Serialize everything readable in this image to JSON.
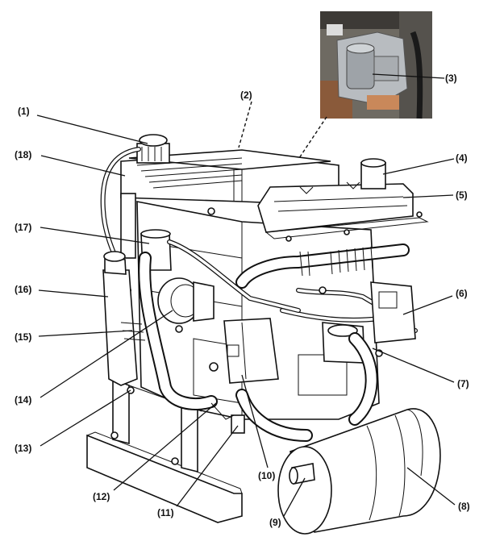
{
  "labels": [
    "(1)",
    "(2)",
    "(3)",
    "(4)",
    "(5)",
    "(6)",
    "(7)",
    "(8)",
    "(9)",
    "(10)",
    "(11)",
    "(12)",
    "(13)",
    "(14)",
    "(15)",
    "(16)",
    "(17)",
    "(18)"
  ],
  "colors": {
    "ink": "#111111",
    "paper": "#ffffff",
    "photo_bg": "#6e6a62",
    "photo_part": "#b8bcc0"
  }
}
